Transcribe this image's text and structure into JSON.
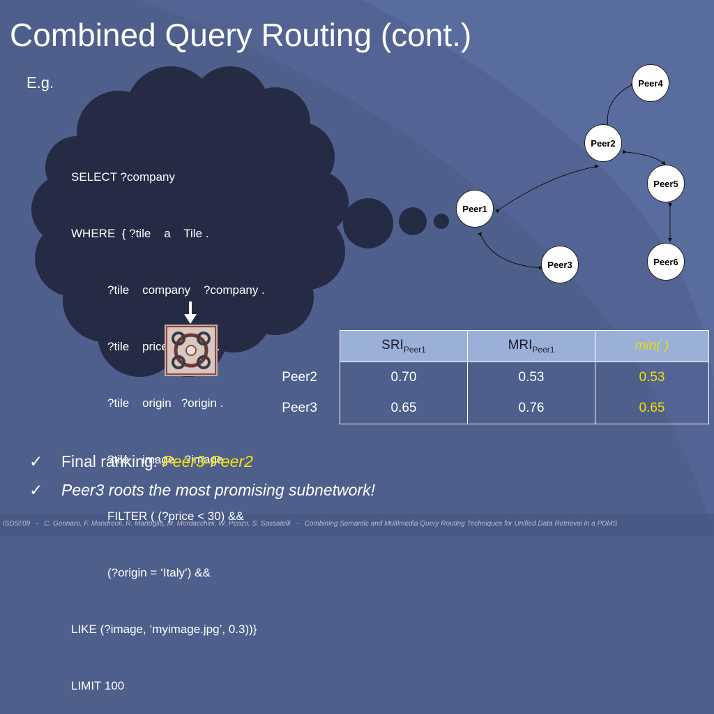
{
  "slide": {
    "title": "Combined Query Routing (cont.)",
    "subtitle": "E.g.",
    "query_lines": [
      "SELECT ?company",
      "WHERE  { ?tile    a    Tile .",
      "?tile    company    ?company .",
      "?tile    price    ?price .",
      "?tile    origin   ?origin .",
      "?tile    image   ?image .",
      "FILTER ( (?price < 30) &&",
      "(?origin = ‘Italy’) &&",
      "LIKE (?image, ‘myimage.jpg’, 0.3))}",
      "LIMIT 100"
    ],
    "peers": {
      "peer1": "Peer1",
      "peer2": "Peer2",
      "peer3": "Peer3",
      "peer4": "Peer4",
      "peer5": "Peer5",
      "peer6": "Peer6"
    },
    "table": {
      "header_sri": "SRI",
      "header_sri_sub": "Peer1",
      "header_mri": "MRI",
      "header_mri_sub": "Peer1",
      "header_min": "min( )",
      "rows": [
        {
          "label": "Peer2",
          "sri": "0.70",
          "mri": "0.53",
          "min": "0.53"
        },
        {
          "label": "Peer3",
          "sri": "0.65",
          "mri": "0.76",
          "min": "0.65"
        }
      ]
    },
    "bullets": {
      "check_glyph": "✓",
      "b1_prefix": "Final ranking: ",
      "b1_emph": "Peer3-Peer2",
      "b2": "Peer3 roots the most promising subnetwork!"
    },
    "footer": "ISDSI'09   -   C. Gennaro, F. Mandreoli, R. Martoglia, M. Mordacchini, W. Penzo, S. Sassatelli   -   Combining Semantic and Multimedia Query Routing Techniques for Unified Data Retrieval in a PDMS",
    "colors": {
      "background": "#4e5f8c",
      "cloud": "#252b44",
      "table_header": "#9bb0d8",
      "highlight": "#f0e000"
    },
    "icons": [
      "check-icon",
      "down-arrow-icon",
      "mosaic-tile-image",
      "thought-cloud"
    ]
  }
}
